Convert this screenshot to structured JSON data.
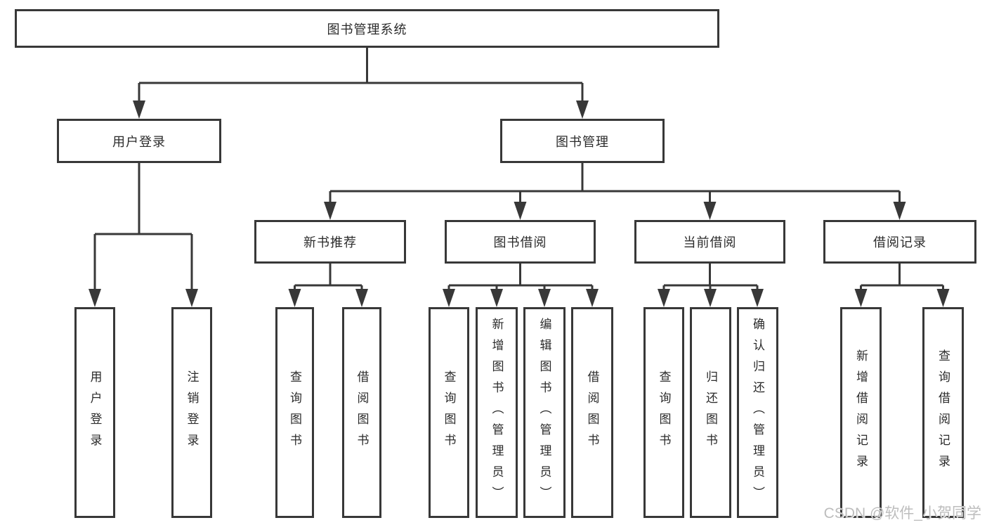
{
  "diagram": {
    "title": "图书管理系统",
    "branches": [
      {
        "label": "用户登录",
        "children": [
          {
            "label": "用户登录"
          },
          {
            "label": "注销登录"
          }
        ]
      },
      {
        "label": "图书管理",
        "children": [
          {
            "label": "新书推荐",
            "children": [
              {
                "label": "查询图书"
              },
              {
                "label": "借阅图书"
              }
            ]
          },
          {
            "label": "图书借阅",
            "children": [
              {
                "label": "查询图书"
              },
              {
                "label": "新增图书（管理员）"
              },
              {
                "label": "编辑图书（管理员）"
              },
              {
                "label": "借阅图书"
              }
            ]
          },
          {
            "label": "当前借阅",
            "children": [
              {
                "label": "查询图书"
              },
              {
                "label": "归还图书"
              },
              {
                "label": "确认归还（管理员）"
              }
            ]
          },
          {
            "label": "借阅记录",
            "children": [
              {
                "label": "新增借阅记录"
              },
              {
                "label": "查询借阅记录"
              }
            ]
          }
        ]
      }
    ]
  },
  "watermark": {
    "text": "CSDN @软件_小贺同学"
  },
  "colors": {
    "line": "#383838",
    "text": "#2b2b2b",
    "background": "#ffffff",
    "watermark": "#bdbdbd"
  }
}
